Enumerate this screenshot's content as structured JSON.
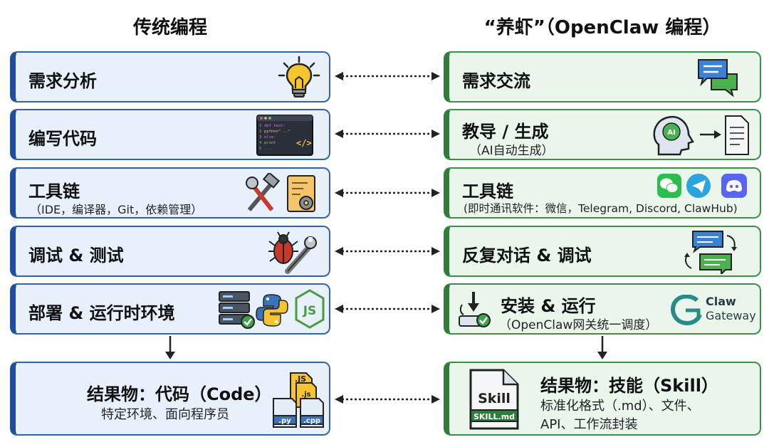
{
  "left_column": {
    "title": "传统编程",
    "steps": [
      {
        "title": "需求分析",
        "subtitle": "",
        "icon": "lightbulb-icon"
      },
      {
        "title": "编写代码",
        "subtitle": "",
        "icon": "code-editor-icon"
      },
      {
        "title": "工具链",
        "subtitle": "（IDE，编译器，Git，依赖管理）",
        "icon": "tools-icon"
      },
      {
        "title": "调试 & 测试",
        "subtitle": "",
        "icon": "bug-wrench-icon"
      },
      {
        "title": "部署 & 运行时环境",
        "subtitle": "",
        "icon": "server-python-node-icon"
      }
    ],
    "result": {
      "title": "结果物：代码（Code）",
      "subtitle": "特定环境、面向程序员",
      "icon": "code-files-icon",
      "file_labels": {
        "js": ".JS",
        "js2": ".js",
        "py": ".py",
        "cpp": ".cpp"
      }
    }
  },
  "right_column": {
    "title": "“养虾”（OpenClaw 编程）",
    "steps": [
      {
        "title": "需求交流",
        "subtitle": "",
        "icon": "chat-bubbles-icon"
      },
      {
        "title": "教导 / 生成",
        "subtitle": "（AI自动生成）",
        "icon": "ai-head-document-icon"
      },
      {
        "title": "工具链",
        "subtitle": "(即时通讯软件：微信，Telegram, Discord, ClawHub)",
        "icon": "messaging-apps-icon"
      },
      {
        "title": "反复对话 & 调试",
        "subtitle": "",
        "icon": "chat-refresh-icon"
      },
      {
        "title": "安装 & 运行",
        "subtitle": "（OpenClaw网关统一调度）",
        "icon": "install-gateway-icon",
        "gateway_logo": {
          "line1": "Claw",
          "line2": "Gateway"
        }
      }
    ],
    "result": {
      "title": "结果物：技能（Skill）",
      "subtitle_line1": "标准化格式（.md）、文件、",
      "subtitle_line2": "API、工作流封装",
      "icon": "skill-file-icon",
      "icon_labels": {
        "big": "Skill",
        "tag": "SKILL.md"
      }
    }
  },
  "code_snippet": {
    "lines": [
      "def test:",
      "  python\" ..\"",
      "else:",
      "  print",
      "..."
    ],
    "line_numbers": [
      "1",
      "2",
      "3",
      "4",
      "5"
    ],
    "tag": "</>"
  },
  "colors": {
    "left_accent": "#1f4f9a",
    "left_fill": "#e8f1fb",
    "right_accent": "#2e7d3a",
    "right_fill": "#eaf6ec"
  }
}
